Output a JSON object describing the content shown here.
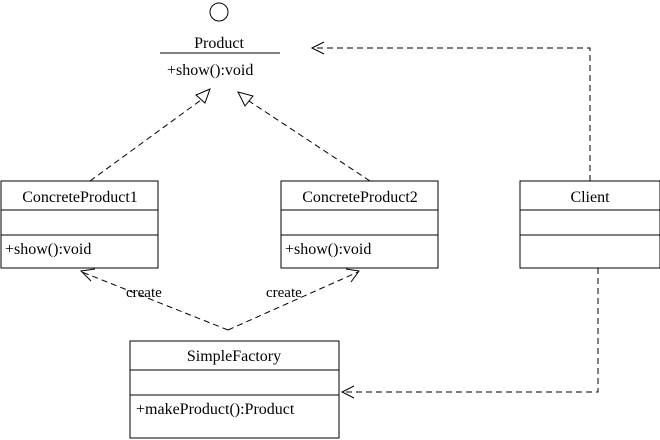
{
  "product": {
    "name": "Product",
    "op": "+show():void"
  },
  "concrete1": {
    "name": "ConcreteProduct1",
    "op": "+show():void"
  },
  "concrete2": {
    "name": "ConcreteProduct2",
    "op": "+show():void"
  },
  "client": {
    "name": "Client"
  },
  "factory": {
    "name": "SimpleFactory",
    "op": "+makeProduct():Product"
  },
  "labels": {
    "create_left": "create",
    "create_right": "create"
  }
}
